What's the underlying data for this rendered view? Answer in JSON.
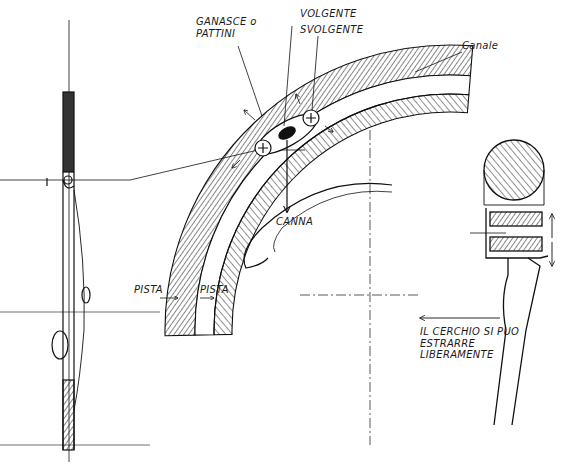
{
  "diagram": {
    "labels": [
      "GANASCE o PATTINI",
      "VOLGENTE",
      "SVOLGENTE",
      "Canale",
      "CANNA",
      "PISTA",
      "PISTA",
      "IL CERCHIO SI PUO ESTRARRE LIBERAMENTE"
    ]
  }
}
